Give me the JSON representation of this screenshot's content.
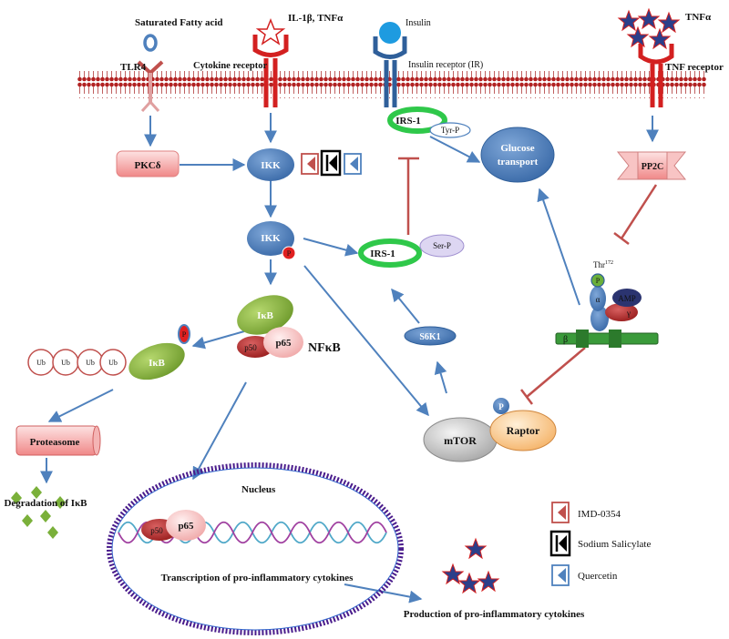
{
  "labels": {
    "saturated_fatty_acid": "Saturated Fatty acid",
    "il1b_tnfa": "IL-1β, TNFα",
    "insulin": "Insulin",
    "tnfa": "TNFα",
    "tlr4": "TLR4",
    "cytokine_receptor": "Cytokine receptor",
    "insulin_receptor": "Insulin receptor (IR)",
    "tnf_receptor": "TNF receptor",
    "pkcd": "PKCδ",
    "ikk_top": "IKK",
    "ikk_p": "IKK",
    "p": "P",
    "irs1_top": "IRS-1",
    "tyr_p": "Tyr-P",
    "irs1_mid": "IRS-1",
    "ser_p": "Ser-P",
    "glucose_transport_line1": "Glucose",
    "glucose_transport_line2": "transport",
    "pp2c": "PP2C",
    "thr172": "Thr",
    "thr172_sup": "172",
    "alpha": "α",
    "amp": "AMP",
    "gamma": "γ",
    "beta": "β",
    "ikb_free": "IκB",
    "ikb_bound": "IκB",
    "p50": "p50",
    "p65": "p65",
    "nfkb": "NFκB",
    "ub": "Ub",
    "s6k1": "S6K1",
    "mtor": "mTOR",
    "raptor": "Raptor",
    "proteasome": "Proteasome",
    "degradation": "Degradation of IκB",
    "nucleus": "Nucleus",
    "transcription": "Transcription of pro-inflammatory cytokines",
    "production": "Production of pro-inflammatory cytokines"
  },
  "legend": [
    {
      "label": "IMD-0354",
      "color": "#c0504d"
    },
    {
      "label": "Sodium Salicylate",
      "color": "#000000"
    },
    {
      "label": "Quercetin",
      "color": "#4f81bd"
    }
  ],
  "colors": {
    "arrow_blue": "#4f81bd",
    "inhibit_red": "#c0504d",
    "node_blue": "#4f81bd",
    "irs_green": "#2fc84a",
    "membrane": "#b22222"
  }
}
